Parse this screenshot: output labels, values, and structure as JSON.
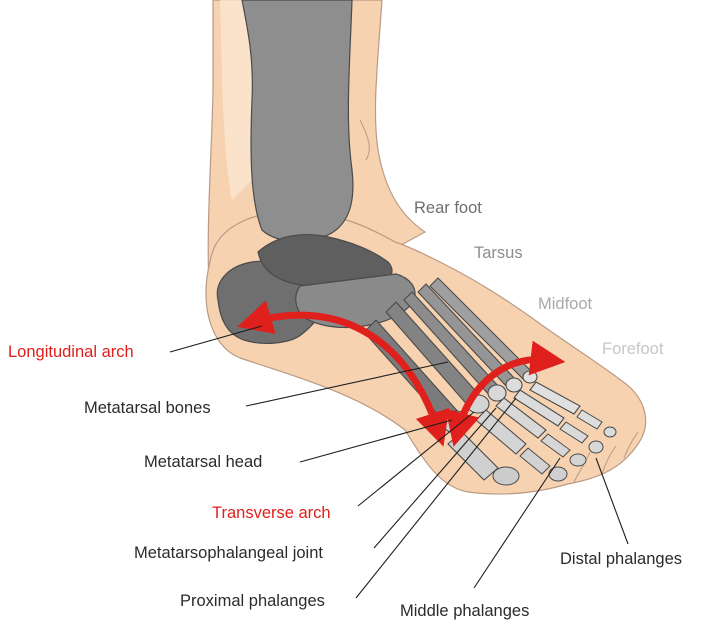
{
  "colors": {
    "skin": "#f6d2b0",
    "skin_light": "#fbe6d2",
    "skin_outline": "#b99a84",
    "bone_dark": "#6f6f6f",
    "bone_mid": "#8e8e8e",
    "bone_light": "#cfcfcf",
    "bone_lighter": "#dcdcdc",
    "bone_outline": "#4a4a4a",
    "arch_red": "#e0201c",
    "label_red": "#e0201c",
    "label_dark": "#2b2b2b",
    "label_grey1": "#6f6f6f",
    "label_grey2": "#8d8d8d",
    "label_grey3": "#a9a9a9",
    "label_grey4": "#c6c6c6",
    "leader": "#1e1e1e"
  },
  "regions": {
    "rear_foot": "Rear foot",
    "tarsus": "Tarsus",
    "midfoot": "Midfoot",
    "forefoot": "Forefoot"
  },
  "labels": {
    "longitudinal_arch": "Longitudinal arch",
    "metatarsal_bones": "Metatarsal bones",
    "metatarsal_head": "Metatarsal head",
    "transverse_arch": "Transverse arch",
    "metatarsophalangeal_joint": "Metatarsophalangeal joint",
    "proximal_phalanges": "Proximal phalanges",
    "middle_phalanges": "Middle phalanges",
    "distal_phalanges": "Distal phalanges"
  }
}
